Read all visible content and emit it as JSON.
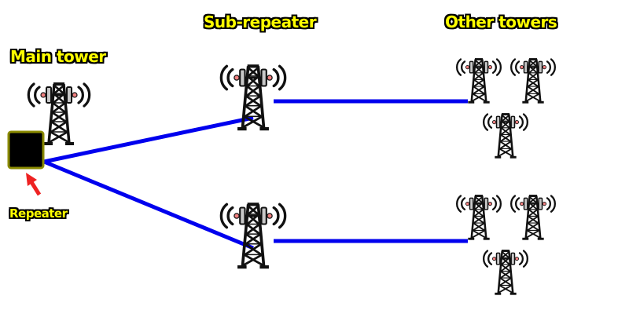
{
  "labels": {
    "main_tower": "Main tower",
    "sub_repeater": "Sub-repeater",
    "other_towers": "Other towers",
    "repeater": "Repeater"
  },
  "colors": {
    "link": "#0000ee",
    "label_fill": "#ffff00",
    "label_outline": "#000000",
    "repeater_fill": "#000000",
    "repeater_border": "#8a8a00",
    "arrow": "#ee2222",
    "antenna_light": "#f08080",
    "tower": "#111111"
  },
  "nodes": {
    "main_tower": {
      "role": "main tower",
      "icon": "cell-tower-icon"
    },
    "repeater": {
      "role": "repeater",
      "icon": "repeater-box"
    },
    "sub_repeaters": [
      {
        "role": "sub-repeater",
        "icon": "cell-tower-icon"
      },
      {
        "role": "sub-repeater",
        "icon": "cell-tower-icon"
      }
    ],
    "other_tower_groups": [
      {
        "count": 3,
        "icon": "cell-tower-icon"
      },
      {
        "count": 3,
        "icon": "cell-tower-icon"
      }
    ]
  },
  "links": [
    {
      "from": "repeater",
      "to": "sub_repeater_1"
    },
    {
      "from": "repeater",
      "to": "sub_repeater_2"
    },
    {
      "from": "sub_repeater_1",
      "to": "other_towers_group_1"
    },
    {
      "from": "sub_repeater_2",
      "to": "other_towers_group_2"
    }
  ]
}
